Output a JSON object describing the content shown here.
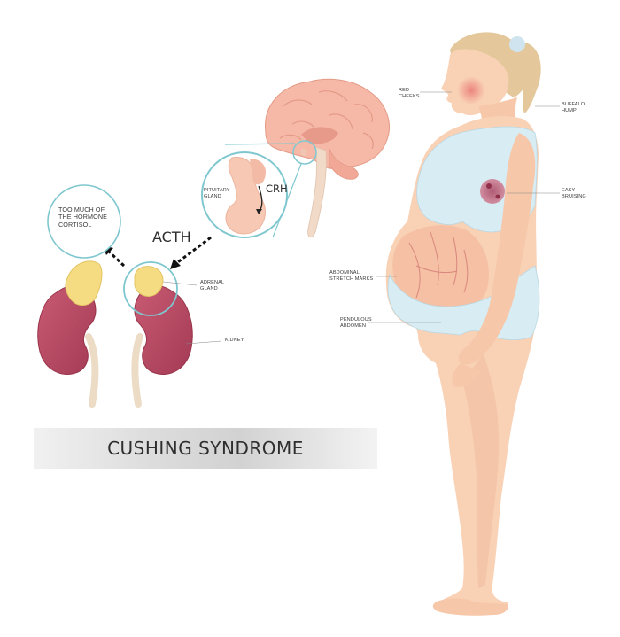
{
  "title": "CUSHING SYNDROME",
  "hormones": {
    "acth": "ACTH",
    "crh": "CRH"
  },
  "callouts": {
    "cortisol": "TOO MUCH OF\nTHE HORMONE\nCORTISOL",
    "pituitary": "PITUITARY\nGLAND",
    "adrenal": "ADRENAL\nGLAND",
    "kidney": "KIDNEY"
  },
  "symptoms": {
    "red_cheeks": "RED\nCHEEKS",
    "buffalo_hump": "BUFFALO\nHUMP",
    "easy_bruising": "EASY\nBRUISING",
    "stretch_marks": "ABDOMINAL\nSTRETCH MARKS",
    "pendulous_abdomen": "PENDULOUS\nABDOMEN"
  },
  "colors": {
    "skin": "#f9d2b6",
    "skin_shade": "#efb998",
    "kidney": "#b7445e",
    "adrenal": "#f5dc82",
    "clothing": "#d8ecf4",
    "circle_outline": "#7fc7cf",
    "hair": "#e4c79a"
  }
}
